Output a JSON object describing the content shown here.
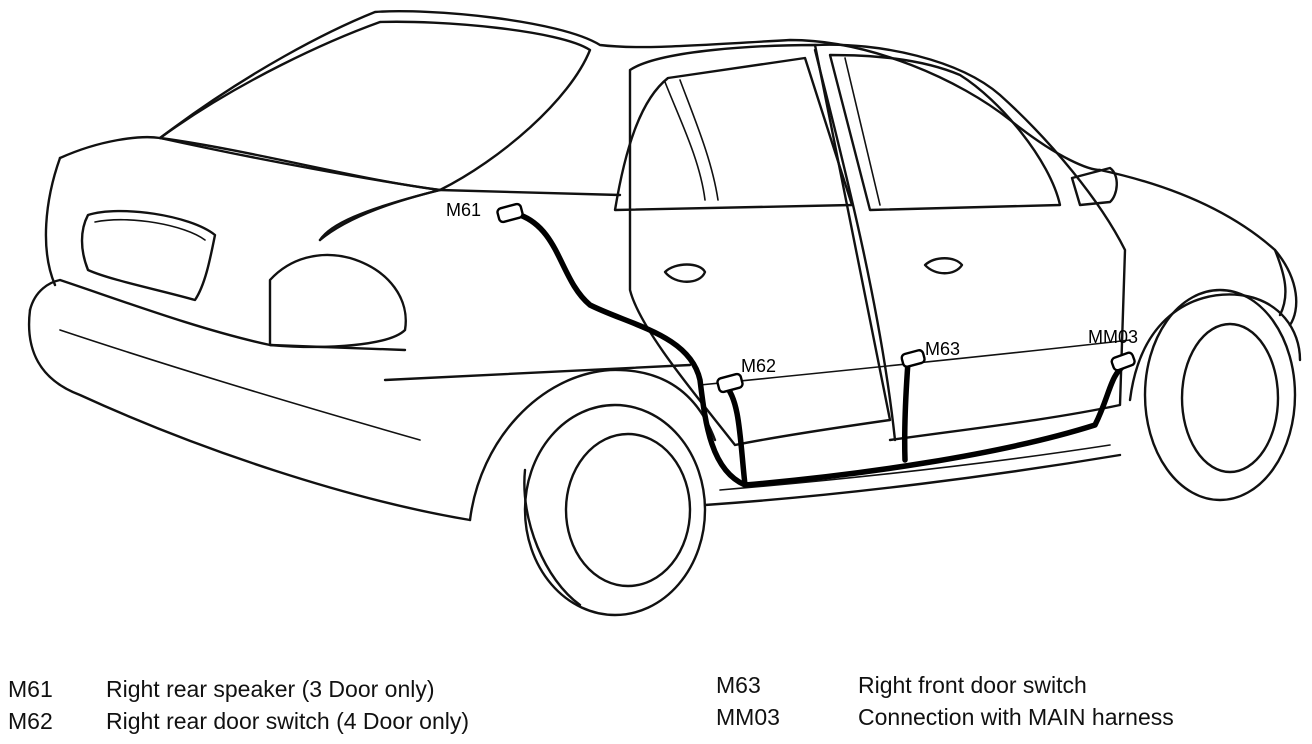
{
  "connector_labels": {
    "m61": "M61",
    "m62": "M62",
    "m63": "M63",
    "mm03": "MM03"
  },
  "legend": [
    {
      "code": "M61",
      "description": "Right rear speaker (3 Door only)"
    },
    {
      "code": "M62",
      "description": "Right rear door switch (4 Door only)"
    },
    {
      "code": "M63",
      "description": "Right front door switch"
    },
    {
      "code": "MM03",
      "description": "Connection with MAIN harness"
    }
  ]
}
